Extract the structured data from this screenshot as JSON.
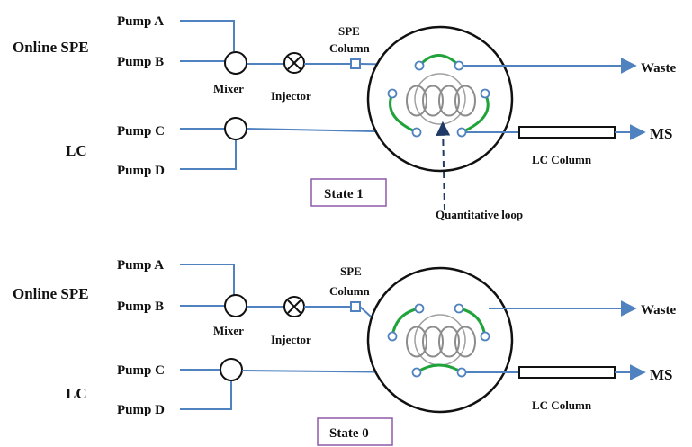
{
  "colors": {
    "pipe": "#4f82bf",
    "valve_path": "#1fa33a",
    "loop_coil": "#8c8c8c",
    "state_box_border": "#8e5aa8"
  },
  "states": [
    {
      "online_spe_label": "Online SPE",
      "lc_label": "LC",
      "pump_a": "Pump A",
      "pump_b": "Pump B",
      "pump_c": "Pump C",
      "pump_d": "Pump D",
      "mixer": "Mixer",
      "injector": "Injector",
      "spe_line1": "SPE",
      "spe_line2": "Column",
      "waste": "Waste",
      "ms": "MS",
      "lc_column": "LC Column",
      "state_label": "State 1",
      "loop_label": "Quantitative loop"
    },
    {
      "online_spe_label": "Online SPE",
      "lc_label": "LC",
      "pump_a": "Pump A",
      "pump_b": "Pump B",
      "pump_c": "Pump C",
      "pump_d": "Pump D",
      "mixer": "Mixer",
      "injector": "Injector",
      "spe_line1": "SPE",
      "spe_line2": "Column",
      "waste": "Waste",
      "ms": "MS",
      "lc_column": "LC Column",
      "state_label": "State 0"
    }
  ]
}
